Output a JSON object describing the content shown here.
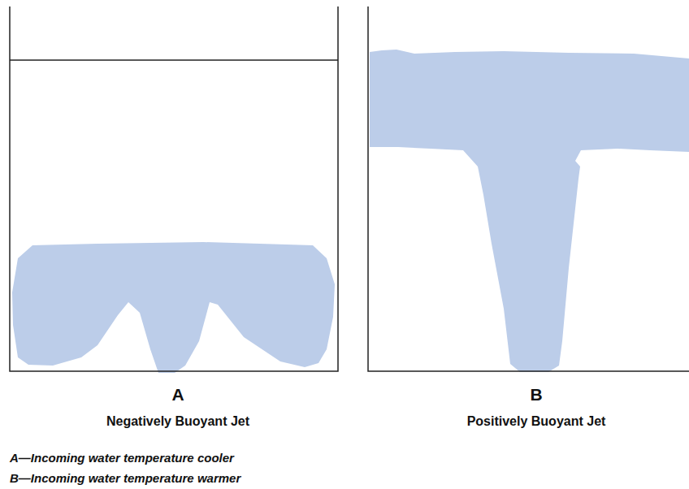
{
  "diagram": {
    "labels": [
      "A",
      "Negatively Buoyant Jet",
      "B",
      "Positively Buoyant Jet",
      "A—Incoming water temperature cooler",
      "B—Incoming water temperature warmer"
    ]
  }
}
